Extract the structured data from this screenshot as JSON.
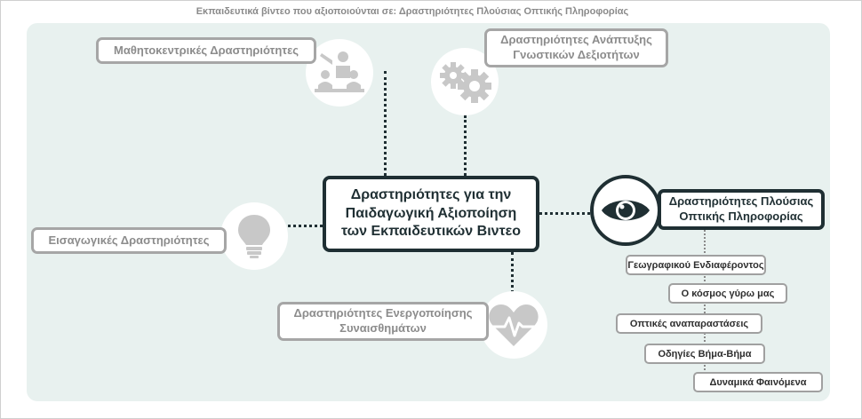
{
  "title": "Εκπαιδευτικά βίντεο που αξιοποιούνται σε: Δραστηριότητες Πλούσιας Οπτικής Πληροφορίας",
  "center": "Δραστηριότητες για την\nΠαιδαγωγική Αξιοποίηση\nτων Εκπαιδευτικών Βιντεο",
  "nodes": {
    "student_centered": "Μαθητοκεντρικές Δραστηριότητες",
    "cognitive_skills": "Δραστηριότητες Ανάπτυξης\nΓνωστικών Δεξιοτήτων",
    "introductory": "Εισαγωγικές Δραστηριότητες",
    "emotional": "Δραστηριότητες Ενεργοποίησης\nΣυναισθημάτων",
    "visual_info": "Δραστηριότητες Πλούσιας\nΟπτικής Πληροφορίας"
  },
  "sub_items": [
    "Γεωγραφικού Ενδιαφέροντος",
    "Ο κόσμος γύρω μας",
    "Οπτικές αναπαραστάσεις",
    "Οδηγίες Βήμα-Βήμα",
    "Δυναμικά Φαινόμενα"
  ],
  "icons": {
    "student_centered": "classroom-icon",
    "cognitive_skills": "gears-icon",
    "introductory": "lightbulb-icon",
    "emotional": "heartbeat-icon",
    "visual_info": "eye-icon"
  },
  "colors": {
    "panel_bg": "#e8f1ef",
    "dark": "#1f2f33",
    "inactive": "#a6a6a6",
    "icon_gray": "#c8c8c8"
  }
}
